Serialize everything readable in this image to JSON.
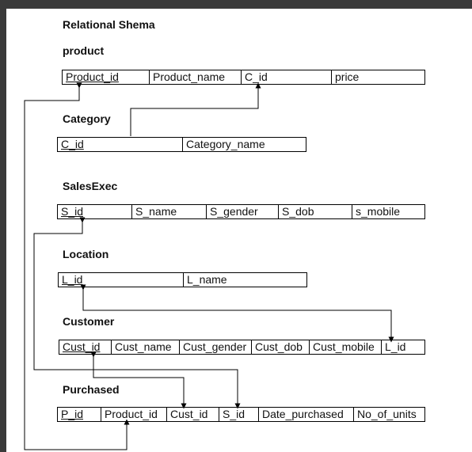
{
  "title": "Relational Shema",
  "tables": [
    {
      "name": "product",
      "columns": [
        "Product_id",
        "Product_name",
        "C_id",
        "price"
      ],
      "primary_key": "Product_id"
    },
    {
      "name": "Category",
      "columns": [
        "C_id",
        "Category_name"
      ],
      "primary_key": "C_id"
    },
    {
      "name": "SalesExec",
      "columns": [
        "S_id",
        "S_name",
        "S_gender",
        "S_dob",
        "s_mobile"
      ],
      "primary_key": "S_id"
    },
    {
      "name": "Location",
      "columns": [
        "L_id",
        "L_name"
      ],
      "primary_key": "L_id"
    },
    {
      "name": "Customer",
      "columns": [
        "Cust_id",
        "Cust_name",
        "Cust_gender",
        "Cust_dob",
        "Cust_mobile",
        "L_id"
      ],
      "primary_key": "Cust_id"
    },
    {
      "name": "Purchased",
      "columns": [
        "P_id",
        "Product_id",
        "Cust_id",
        "S_id",
        "Date_purchased",
        "No_of_units"
      ],
      "primary_key": "P_id"
    }
  ],
  "relationships": [
    {
      "from": "Category.C_id",
      "to": "product.C_id"
    },
    {
      "from": "Location.L_id",
      "to": "Customer.L_id"
    },
    {
      "from": "Customer.Cust_id",
      "to": "Purchased.Cust_id"
    },
    {
      "from": "SalesExec.S_id",
      "to": "Purchased.S_id"
    },
    {
      "from": "product.Product_id",
      "to": "Purchased.Product_id"
    }
  ]
}
